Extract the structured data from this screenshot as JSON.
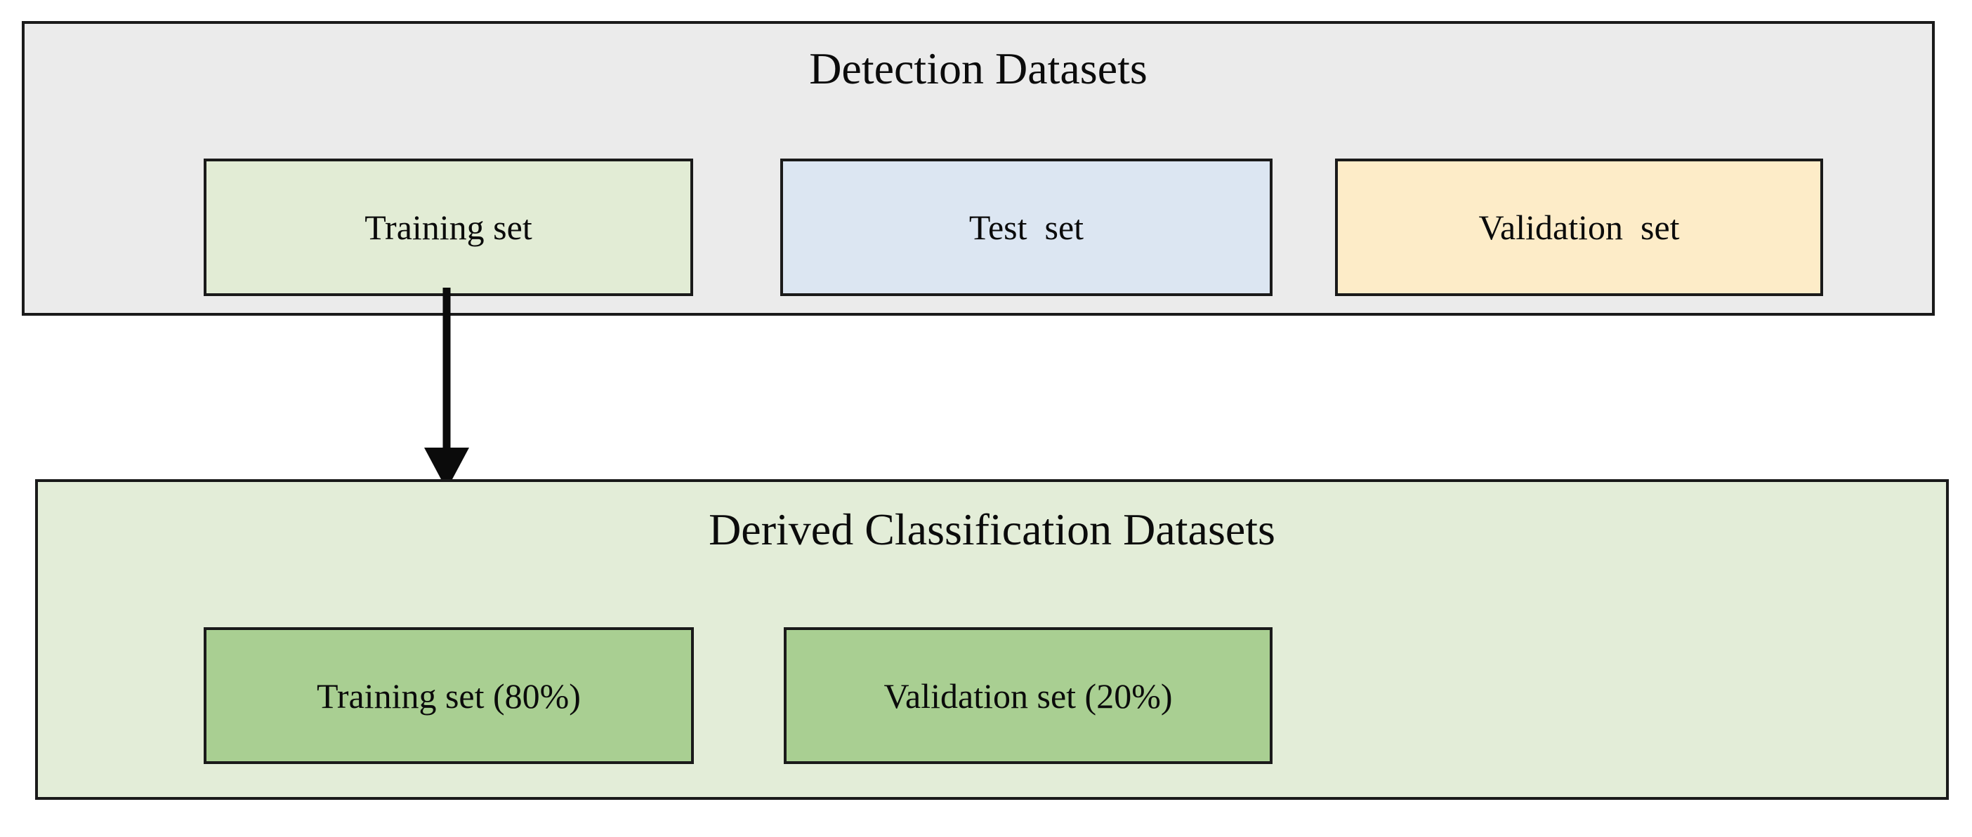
{
  "figure": {
    "type": "flow-diagram",
    "background_color": "#ffffff"
  },
  "detection_panel": {
    "title": "Detection Datasets",
    "fill_color": "#ebebeb",
    "border_color": "#1a1a1a",
    "boxes": [
      {
        "label": "Training set",
        "fill_color": "#e2ecd5"
      },
      {
        "label": "Test  set",
        "fill_color": "#dce6f2"
      },
      {
        "label": "Validation  set",
        "fill_color": "#fdecc8"
      }
    ]
  },
  "connector": {
    "name": "arrow-training-to-derived",
    "direction": "down",
    "color": "#0b0b0b",
    "from": "Training set",
    "to": "Derived Classification Datasets"
  },
  "derived_panel": {
    "title": "Derived Classification Datasets",
    "fill_color": "#e3edd8",
    "border_color": "#1a1a1a",
    "boxes": [
      {
        "label": "Training set (80%)",
        "fill_color": "#a9cf92",
        "percent": "80%"
      },
      {
        "label": "Validation set (20%)",
        "fill_color": "#a9cf92",
        "percent": "20%"
      }
    ]
  }
}
